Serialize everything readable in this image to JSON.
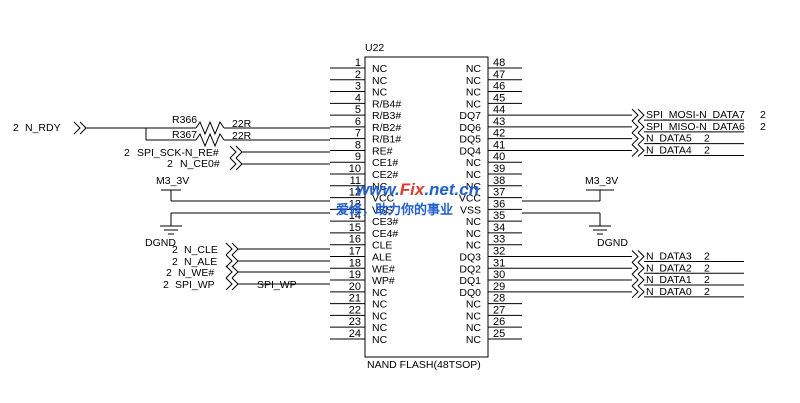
{
  "part": {
    "ref": "U22",
    "description": "NAND FLASH(48TSOP)",
    "left_pins": [
      {
        "num": "1",
        "name": "NC"
      },
      {
        "num": "2",
        "name": "NC"
      },
      {
        "num": "3",
        "name": "NC"
      },
      {
        "num": "4",
        "name": "R/B4#"
      },
      {
        "num": "5",
        "name": "R/B3#"
      },
      {
        "num": "6",
        "name": "R/B2#"
      },
      {
        "num": "7",
        "name": "R/B1#"
      },
      {
        "num": "8",
        "name": "RE#"
      },
      {
        "num": "9",
        "name": "CE1#"
      },
      {
        "num": "10",
        "name": "CE2#"
      },
      {
        "num": "11",
        "name": "NC"
      },
      {
        "num": "12",
        "name": "VCC"
      },
      {
        "num": "13",
        "name": "VSS"
      },
      {
        "num": "14",
        "name": "CE3#"
      },
      {
        "num": "15",
        "name": "CE4#"
      },
      {
        "num": "16",
        "name": "CLE"
      },
      {
        "num": "17",
        "name": "ALE"
      },
      {
        "num": "18",
        "name": "WE#"
      },
      {
        "num": "19",
        "name": "WP#"
      },
      {
        "num": "20",
        "name": "NC"
      },
      {
        "num": "21",
        "name": "NC"
      },
      {
        "num": "22",
        "name": "NC"
      },
      {
        "num": "23",
        "name": "NC"
      },
      {
        "num": "24",
        "name": "NC"
      }
    ],
    "right_pins": [
      {
        "num": "48",
        "name": "NC"
      },
      {
        "num": "47",
        "name": "NC"
      },
      {
        "num": "46",
        "name": "NC"
      },
      {
        "num": "45",
        "name": "NC"
      },
      {
        "num": "44",
        "name": "DQ7"
      },
      {
        "num": "43",
        "name": "DQ6"
      },
      {
        "num": "42",
        "name": "DQ5"
      },
      {
        "num": "41",
        "name": "DQ4"
      },
      {
        "num": "40",
        "name": "NC"
      },
      {
        "num": "39",
        "name": "NC"
      },
      {
        "num": "38",
        "name": "NC"
      },
      {
        "num": "37",
        "name": "VCC"
      },
      {
        "num": "36",
        "name": "VSS"
      },
      {
        "num": "35",
        "name": "NC"
      },
      {
        "num": "34",
        "name": "NC"
      },
      {
        "num": "33",
        "name": "NC"
      },
      {
        "num": "32",
        "name": "DQ3"
      },
      {
        "num": "31",
        "name": "DQ2"
      },
      {
        "num": "30",
        "name": "DQ1"
      },
      {
        "num": "29",
        "name": "DQ0"
      },
      {
        "num": "28",
        "name": "NC"
      },
      {
        "num": "27",
        "name": "NC"
      },
      {
        "num": "26",
        "name": "NC"
      },
      {
        "num": "25",
        "name": "NC"
      }
    ]
  },
  "resistors": [
    {
      "ref": "R366",
      "value": "22R"
    },
    {
      "ref": "R367",
      "value": "22R"
    }
  ],
  "left_ports": [
    {
      "name": "N_RDY",
      "sheet": "2"
    },
    {
      "name": "SPI_SCK-N_RE#",
      "sheet": "2"
    },
    {
      "name": "N_CE0#",
      "sheet": "2"
    },
    {
      "name": "N_CLE",
      "sheet": "2"
    },
    {
      "name": "N_ALE",
      "sheet": "2"
    },
    {
      "name": "N_WE#",
      "sheet": "2"
    },
    {
      "name": "SPI_WP",
      "sheet": "2"
    }
  ],
  "right_ports": [
    {
      "name": "SPI_MOSI-N_DATA7",
      "sheet": "2"
    },
    {
      "name": "SPI_MISO-N_DATA6",
      "sheet": "2"
    },
    {
      "name": "N_DATA5",
      "sheet": "2"
    },
    {
      "name": "N_DATA4",
      "sheet": "2"
    },
    {
      "name": "N_DATA3",
      "sheet": "2"
    },
    {
      "name": "N_DATA2",
      "sheet": "2"
    },
    {
      "name": "N_DATA1",
      "sheet": "2"
    },
    {
      "name": "N_DATA0",
      "sheet": "2"
    }
  ],
  "net_labels": {
    "spi_wp": "SPI_WP"
  },
  "power": {
    "left_vcc": "M3_3V",
    "right_vcc": "M3_3V",
    "left_gnd": "DGND",
    "right_gnd": "DGND"
  },
  "watermark": {
    "prefix": "www.",
    "brand": "Fix",
    "suffix": ".net.cn",
    "slogan": "爱修，助力你的事业"
  }
}
